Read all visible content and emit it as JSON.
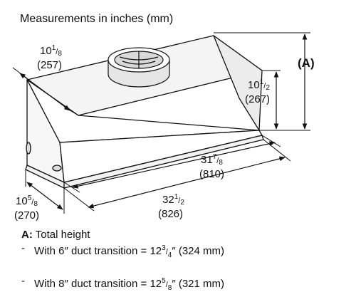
{
  "title": "Measurements in inches (mm)",
  "dims": {
    "depth_top": {
      "in_whole": "10",
      "in_num": "1",
      "in_den": "8",
      "mm": "(257)"
    },
    "height": {
      "in_whole": "10",
      "in_num": "1",
      "in_den": "2",
      "mm": "(267)"
    },
    "total_height": {
      "label": "(A)"
    },
    "width_inner": {
      "in_whole": "31",
      "in_num": "7",
      "in_den": "8",
      "mm": "(810)"
    },
    "width_outer": {
      "in_whole": "32",
      "in_num": "1",
      "in_den": "2",
      "mm": "(826)"
    },
    "depth_base": {
      "in_whole": "10",
      "in_num": "5",
      "in_den": "8",
      "mm": "(270)"
    }
  },
  "notes": {
    "label": "A:",
    "heading": "Total height",
    "bullet": "-",
    "items": [
      {
        "pre": "With 6″ duct transition = 12",
        "num": "3",
        "den": "4",
        "post": "″ (324 mm)"
      },
      {
        "pre": "With 8″ duct transition = 12",
        "num": "5",
        "den": "8",
        "post": "″ (321 mm)"
      }
    ]
  }
}
